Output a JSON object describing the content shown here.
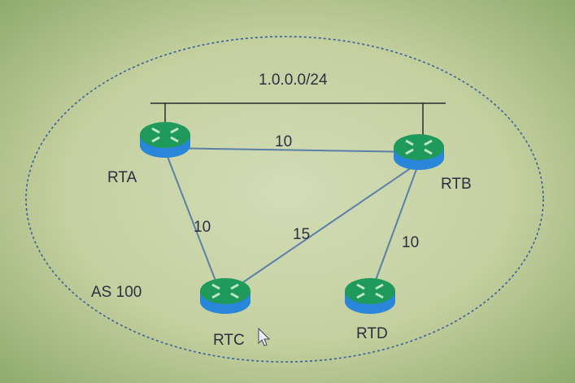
{
  "diagram": {
    "subnet_label": "1.0.0.0/24",
    "as_label": "AS 100",
    "routers": [
      {
        "id": "RTA",
        "label": "RTA"
      },
      {
        "id": "RTB",
        "label": "RTB"
      },
      {
        "id": "RTC",
        "label": "RTC"
      },
      {
        "id": "RTD",
        "label": "RTD"
      }
    ],
    "links": [
      {
        "from": "RTA",
        "to": "RTB",
        "cost": "10"
      },
      {
        "from": "RTA",
        "to": "RTC",
        "cost": "10"
      },
      {
        "from": "RTB",
        "to": "RTC",
        "cost": "15"
      },
      {
        "from": "RTB",
        "to": "RTD",
        "cost": "10"
      }
    ],
    "colors": {
      "router_top": "#1f9a5a",
      "router_base": "#2a86d8",
      "link": "#5a7fa8",
      "boundary": "#3a5f9a"
    }
  }
}
